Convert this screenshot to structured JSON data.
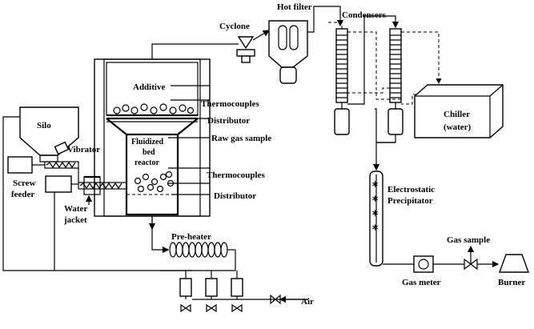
{
  "labels": {
    "cyclone": "Cyclone",
    "hot_filter": "Hot filter",
    "condensers": "Condensers",
    "additive": "Additive",
    "thermocouples_top": "Thermocouples",
    "distributor_top": "Distributor",
    "raw_gas_sample": "Raw gas sample",
    "thermocouples_bottom": "Thermocouples",
    "distributor_bottom": "Distributor",
    "reactor_line1": "Fluidized",
    "reactor_line2": "bed",
    "reactor_line3": "reactor",
    "silo": "Silo",
    "vibrator": "Vibrator",
    "screw_feeder_line1": "Screw",
    "screw_feeder_line2": "feeder",
    "water_jacket_line1": "Water",
    "water_jacket_line2": "jacket",
    "chiller_line1": "Chiller",
    "chiller_line2": "(water)",
    "esp_line1": "Electrostatic",
    "esp_line2": "Precipitator",
    "gas_sample": "Gas sample",
    "gas_meter": "Gas meter",
    "burner": "Burner",
    "pre_heater": "Pre-heater",
    "air": "Air"
  }
}
